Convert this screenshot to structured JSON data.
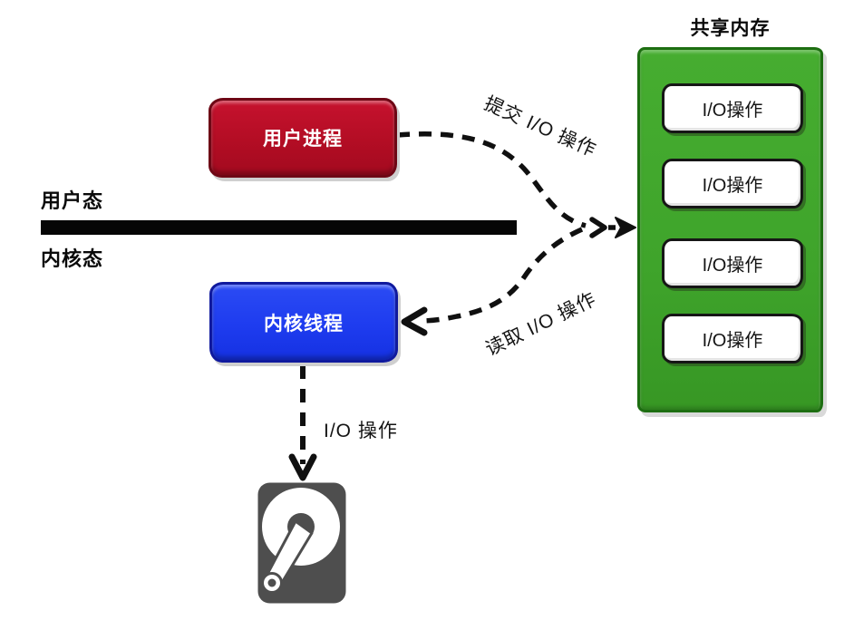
{
  "modes": {
    "user": "用户态",
    "kernel": "内核态"
  },
  "nodes": {
    "user_process": {
      "label": "用户进程",
      "fill": "#b30d24"
    },
    "kernel_thread": {
      "label": "内核线程",
      "fill": "#1e3cef"
    },
    "shared_memory": {
      "title": "共享内存",
      "fill": "#3fa42b",
      "slots": [
        "I/O操作",
        "I/O操作",
        "I/O操作",
        "I/O操作"
      ]
    },
    "disk": {
      "icon": "hard-disk-icon",
      "fill": "#4e4e4e"
    }
  },
  "edges": {
    "submit_io": {
      "label": "提交 I/O 操作",
      "from": "user_process",
      "to": "shared_memory"
    },
    "read_io": {
      "label": "读取 I/O 操作",
      "from": "shared_memory",
      "to": "kernel_thread"
    },
    "disk_io": {
      "label": "I/O 操作",
      "from": "kernel_thread",
      "to": "disk"
    }
  }
}
